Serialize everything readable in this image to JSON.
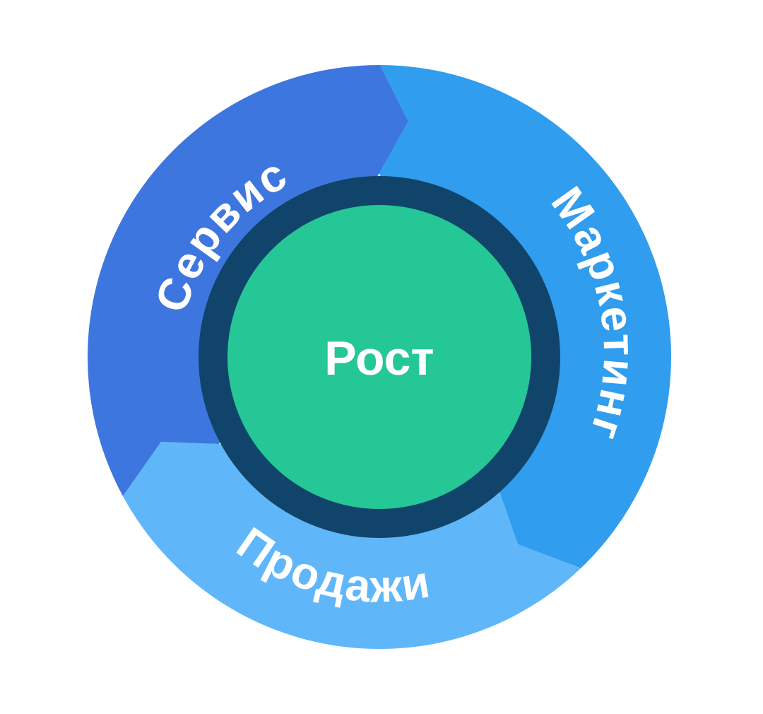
{
  "segments": [
    {
      "id": "service",
      "label": "Сервис",
      "color": "#3D76DE"
    },
    {
      "id": "marketing",
      "label": "Маркетинг",
      "color": "#309DEE"
    },
    {
      "id": "sales",
      "label": "Продажи",
      "color": "#5FB7F9"
    }
  ],
  "center": {
    "label": "Рост",
    "color": "#26C797",
    "ring_color": "#11446A"
  },
  "background_color": "#FFFFFF"
}
